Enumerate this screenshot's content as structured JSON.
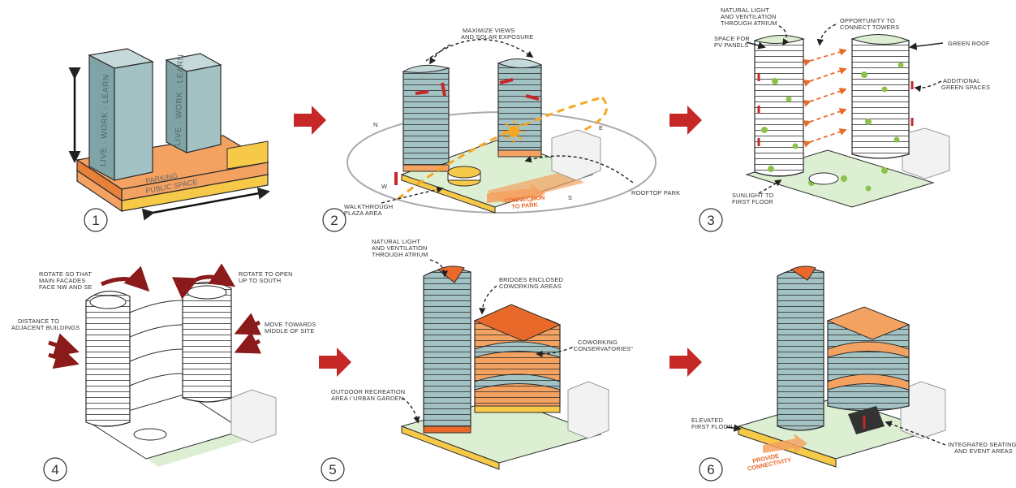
{
  "steps": [
    {
      "number": "1",
      "labels": {
        "tower_a": "LIVE · WORK · LEARN",
        "tower_b": "LIVE · WORK · LEARN",
        "podium_top": "PARKING",
        "podium_bottom": "PUBLIC SPACE"
      }
    },
    {
      "number": "2",
      "labels": {
        "top": "MAXIMIZE VIEWS\nAND SOLAR EXPOSURE",
        "plaza": "WALKTHROUGH\nPLAZA AREA",
        "rooftop": "ROOFTOP PARK",
        "connection": "CONNECTION\nTO PARK",
        "compass_n": "N",
        "compass_w": "W",
        "compass_e": "E",
        "compass_s": "S"
      }
    },
    {
      "number": "3",
      "labels": {
        "atrium": "NATURAL LIGHT\nAND VENTILATION\nTHROUGH ATRIUM",
        "pv": "SPACE FOR\nPV PANELS",
        "connect": "OPPORTUNITY TO\nCONNECT TOWERS",
        "green_roof": "GREEN ROOF",
        "green_spaces": "ADDITIONAL\nGREEN SPACES",
        "sunlight": "SUNLIGHT TO\nFIRST FLOOR"
      }
    },
    {
      "number": "4",
      "labels": {
        "rotate_main": "ROTATE SO THAT\nMAIN FACADES\nFACE NW AND SE",
        "rotate_open": "ROTATE TO OPEN\nUP TO SOUTH",
        "distance": "DISTANCE TO\nADJACENT BUILDINGS",
        "move": "MOVE TOWARDS\nMIDDLE OF SITE"
      }
    },
    {
      "number": "5",
      "labels": {
        "atrium": "NATURAL LIGHT\nAND VENTILATION\nTHROUGH ATRIUM",
        "bridges": "BRIDGES ENCLOSED\nCOWORKING AREAS",
        "coworking": "COWORKING\n\"CONSERVATORIES\"",
        "outdoor": "OUTDOOR RECREATION\nAREA / URBAN GARDEN"
      }
    },
    {
      "number": "6",
      "labels": {
        "elevated": "ELEVATED\nFIRST FLOOR",
        "provide": "PROVIDE\nCONNECTIVITY",
        "seating": "INTEGRATED SEATING\nAND EVENT AREAS"
      }
    }
  ],
  "colors": {
    "tower": "#a3c2c4",
    "tower_dark": "#7fa3a6",
    "orange": "#f4a261",
    "orange_dark": "#e8692a",
    "yellow": "#f7c948",
    "green_ground": "#dcefd2",
    "arrow_red": "#b71c1c",
    "dash_orange": "#f5a623",
    "line": "#2b2b2b"
  },
  "icons": [
    "right-arrow-icon",
    "compass-icon",
    "sun-icon"
  ]
}
